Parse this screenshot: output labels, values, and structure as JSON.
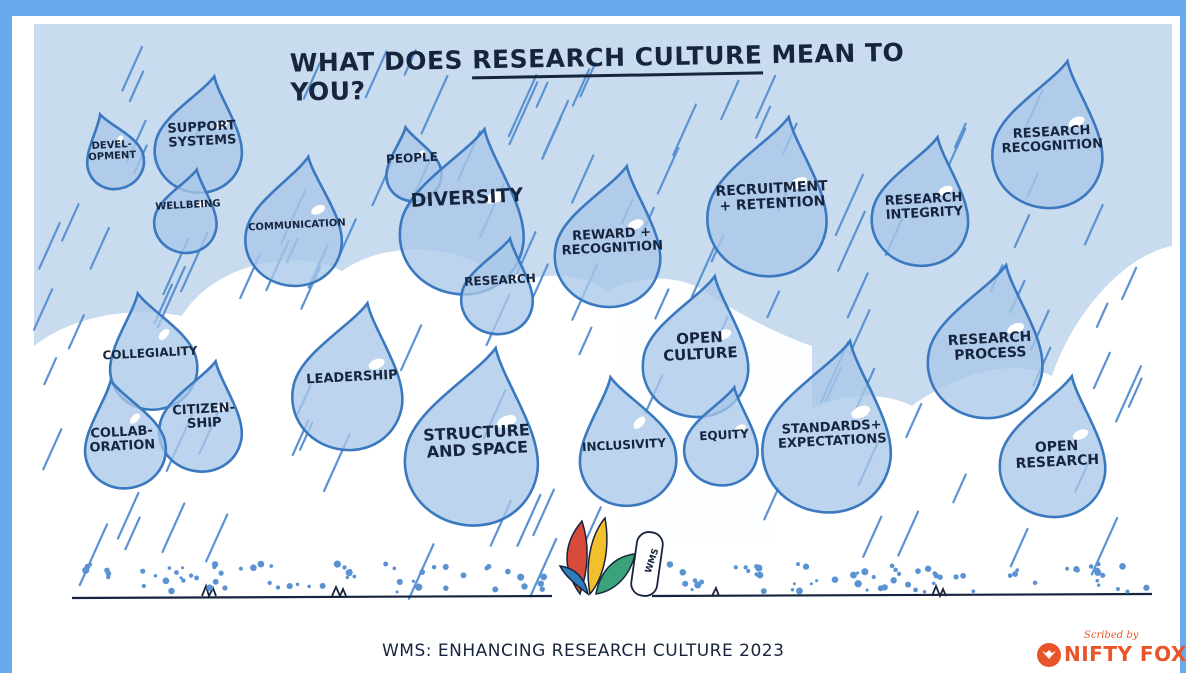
{
  "title_prefix": "WHAT DOES ",
  "title_emphasis": "RESEARCH CULTURE",
  "title_suffix": " MEAN TO YOU?",
  "footer": "WMS: ENHANCING RESEARCH CULTURE 2023",
  "credit": {
    "scribed_by": "Scribed by",
    "brand": "NIFTY FOX"
  },
  "sign_text": "WMS",
  "colors": {
    "frame": "#6aa9ee",
    "sky": "#c9dcef",
    "drop_fill": "#a9c8e8",
    "drop_stroke": "#3a78bf",
    "ink": "#16253d",
    "brand": "#e8552b"
  },
  "drops": [
    {
      "id": "development",
      "label": "DEVEL-\nOPMENT"
    },
    {
      "id": "support-systems",
      "label": "SUPPORT\nSYSTEMS"
    },
    {
      "id": "wellbeing",
      "label": "WELLBEING"
    },
    {
      "id": "communication",
      "label": "COMMUNICATION"
    },
    {
      "id": "people",
      "label": "PEOPLE"
    },
    {
      "id": "diversity",
      "label": "DIVERSITY"
    },
    {
      "id": "research",
      "label": "RESEARCH"
    },
    {
      "id": "reward-recognition",
      "label": "REWARD +\nRECOGNITION"
    },
    {
      "id": "recruitment-retention",
      "label": "RECRUITMENT\n+ RETENTION"
    },
    {
      "id": "research-integrity",
      "label": "RESEARCH\nINTEGRITY"
    },
    {
      "id": "research-recognition",
      "label": "RESEARCH\nRECOGNITION"
    },
    {
      "id": "collegiality",
      "label": "COLLEGIALITY"
    },
    {
      "id": "citizenship",
      "label": "CITIZEN-\nSHIP"
    },
    {
      "id": "collaboration",
      "label": "COLLAB-\nORATION"
    },
    {
      "id": "leadership",
      "label": "LEADERSHIP"
    },
    {
      "id": "structure-space",
      "label": "STRUCTURE\nAND SPACE"
    },
    {
      "id": "open-culture",
      "label": "OPEN\nCULTURE"
    },
    {
      "id": "inclusivity",
      "label": "INCLUSIVITY"
    },
    {
      "id": "equity",
      "label": "EQUITY"
    },
    {
      "id": "research-process",
      "label": "RESEARCH\nPROCESS"
    },
    {
      "id": "standards-expectations",
      "label": "STANDARDS+\nEXPECTATIONS"
    },
    {
      "id": "open-research",
      "label": "OPEN\nRESEARCH"
    }
  ]
}
